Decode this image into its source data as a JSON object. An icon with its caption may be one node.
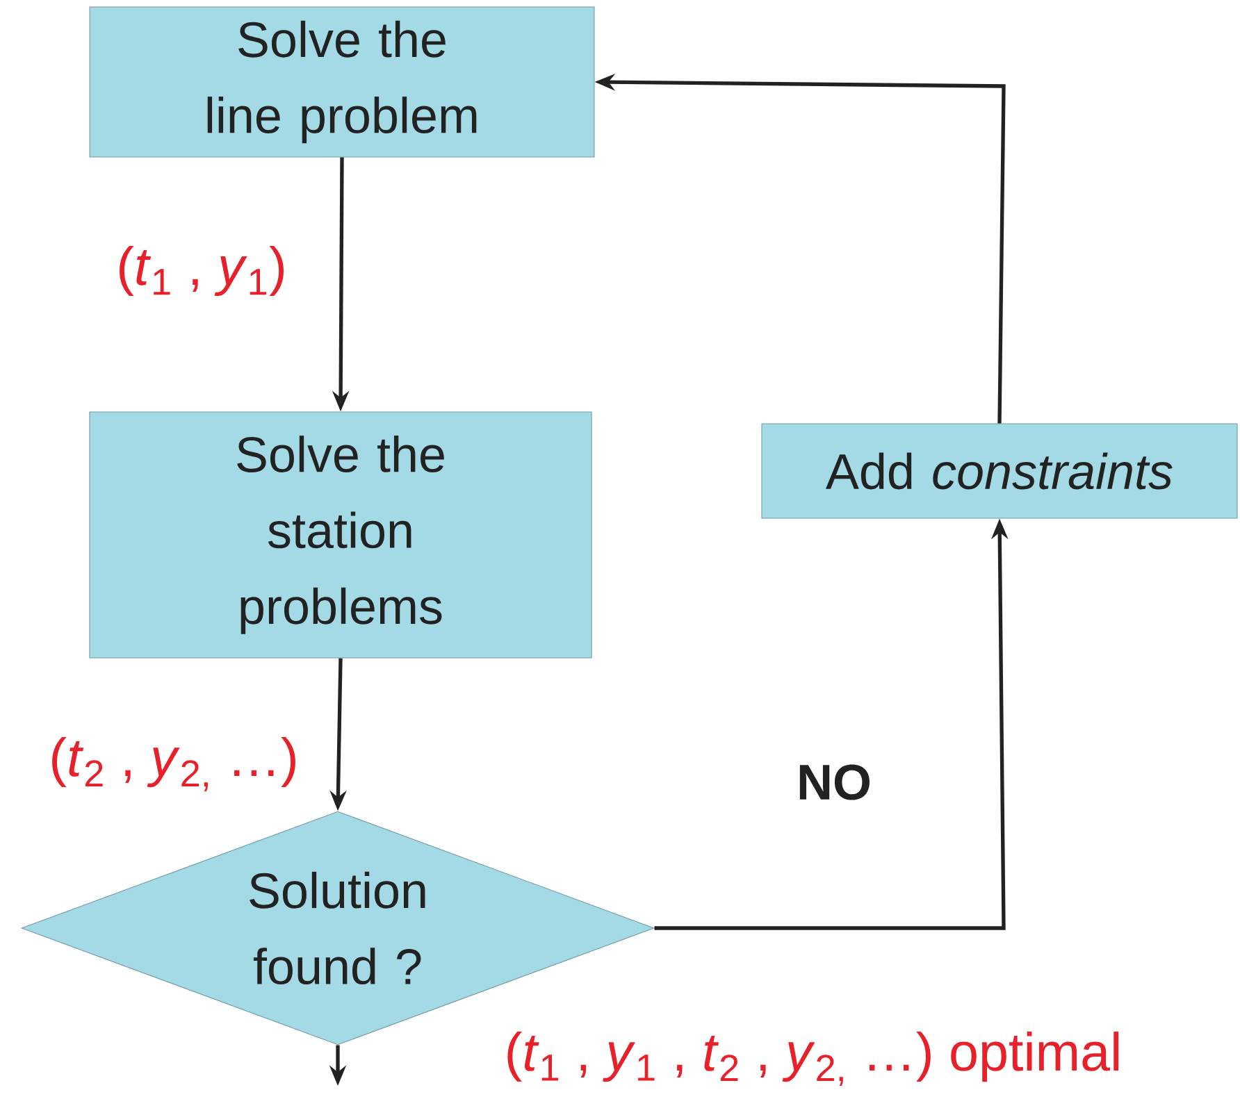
{
  "diagram": {
    "nodes": [
      {
        "text": [
          "Solve the line problem"
        ]
      },
      {
        "text": [
          "Solve the station problems"
        ]
      },
      {
        "text": [
          "Solution found ?"
        ]
      },
      {
        "text": [
          "Add *constraints*"
        ]
      }
    ],
    "edges": [
      {
        "from": 0,
        "to": 1,
        "arrow": "to",
        "label": "(*t*$_{1}$ , *y*$_{1}$)"
      },
      {
        "from": 1,
        "to": 2,
        "arrow": "to",
        "label": "(*t*$_{2}$ , *y*$_{2,}$ …)"
      },
      {
        "from": 2,
        "to": 3,
        "arrow": "to",
        "label": "NO"
      },
      {
        "from": 3,
        "to": 0,
        "arrow": "to"
      },
      {
        "from": 2,
        "to": null,
        "arrow": "to",
        "label": "(*t*$_{1}$ , *y*$_{1}$ , *t*$_{2}$ , *y*$_{2,}$ …) optimal"
      }
    ]
  }
}
